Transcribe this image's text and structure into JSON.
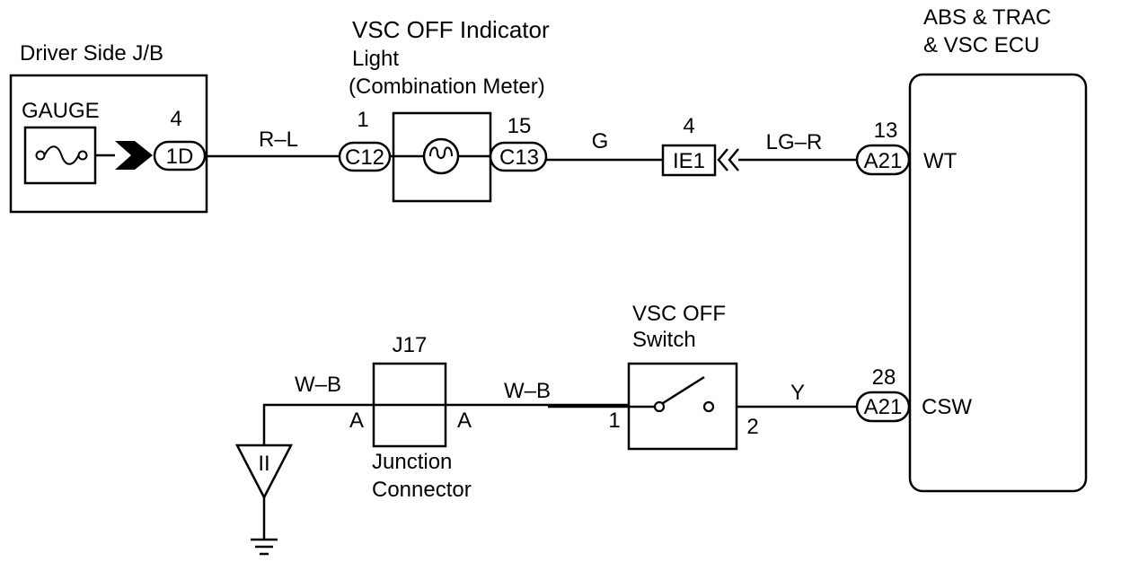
{
  "diagram": {
    "driver_jb": {
      "title": "Driver Side J/B",
      "gauge_label": "GAUGE",
      "pin": "4",
      "connector": "1D"
    },
    "indicator": {
      "title_line1": "VSC  OFF  Indicator",
      "title_line2": "Light",
      "title_line3": "(Combination Meter)",
      "left_pin": "1",
      "left_connector": "C12",
      "right_pin": "15",
      "right_connector": "C13"
    },
    "wires": {
      "r_l": "R–L",
      "g": "G",
      "lg_r": "LG–R",
      "w_b_left": "W–B",
      "w_b_right": "W–B",
      "y": "Y"
    },
    "ie1": {
      "pin": "4",
      "connector": "IE1"
    },
    "ecu": {
      "title_line1": "ABS & TRAC",
      "title_line2": "& VSC ECU",
      "wt_pin": "13",
      "wt_connector": "A21",
      "wt_label": "WT",
      "csw_pin": "28",
      "csw_connector": "A21",
      "csw_label": "CSW"
    },
    "j17": {
      "title": "J17",
      "left_pin": "A",
      "right_pin": "A",
      "caption_line1": "Junction",
      "caption_line2": "Connector"
    },
    "vsc_switch": {
      "title_line1": "VSC OFF",
      "title_line2": "Switch",
      "pin1": "1",
      "pin2": "2"
    },
    "ground_point": {
      "label": "II"
    }
  }
}
